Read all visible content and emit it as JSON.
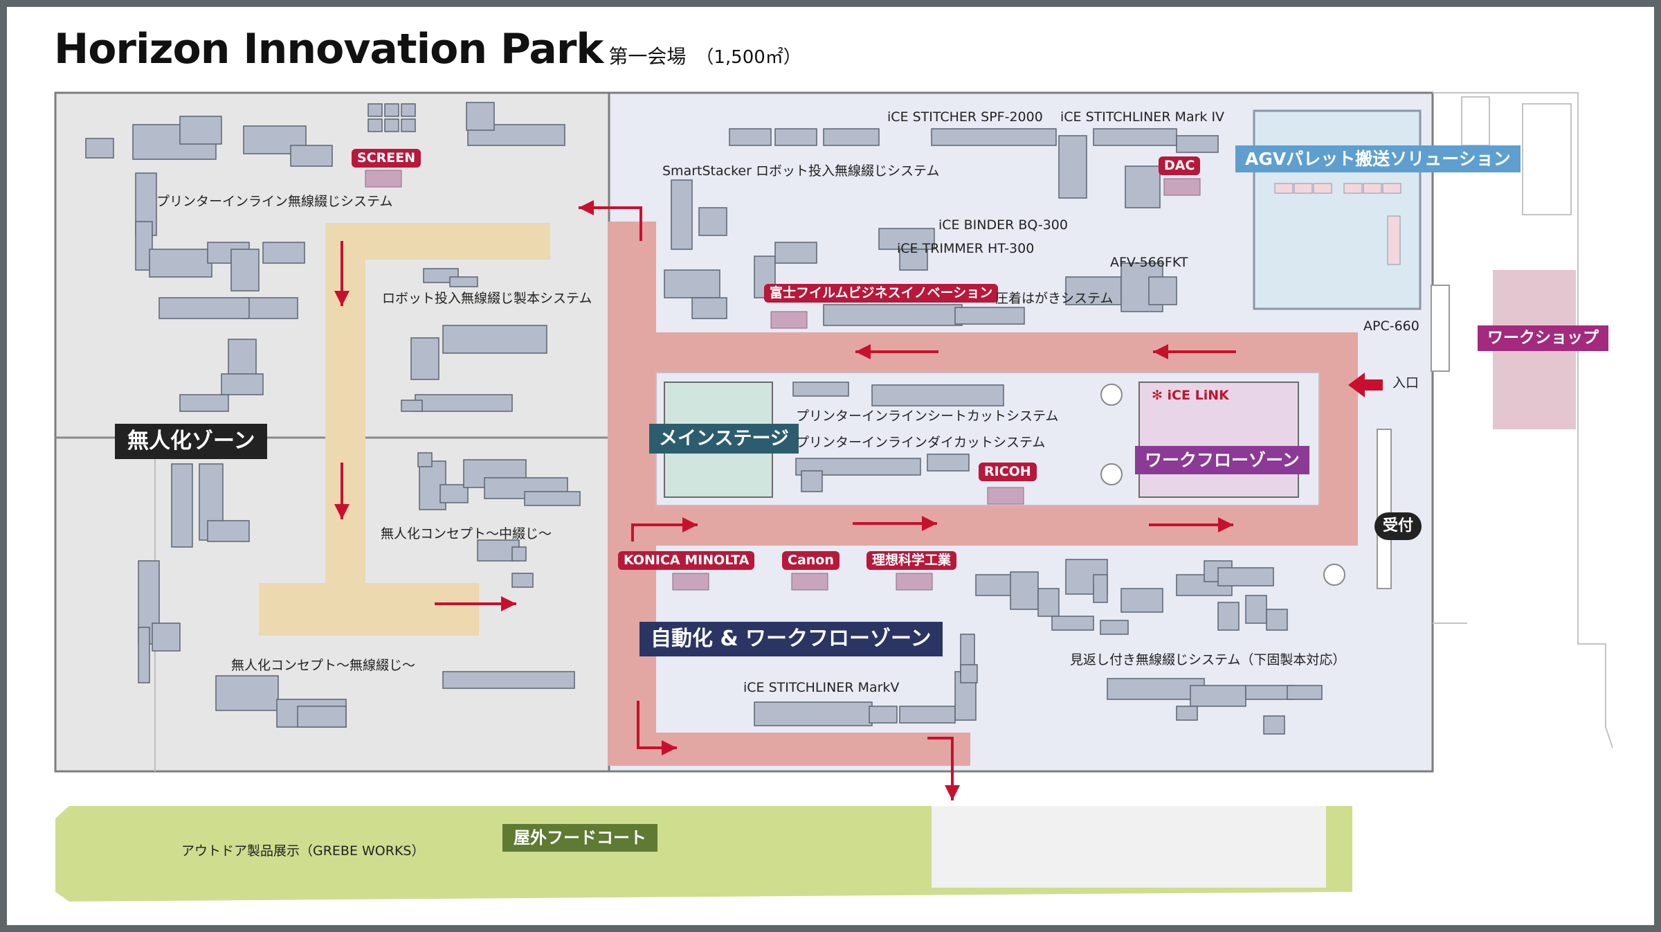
{
  "title": "Horizon Innovation Park",
  "subtitle": "第一会場",
  "area_label": "（1,500㎡）",
  "zones": {
    "unmanned": "無人化ゾーン",
    "main_stage": "メインステージ",
    "workflow": "ワークフローゾーン",
    "automation": "自動化 & ワークフローゾーン",
    "agv": "AGVパレット搬送ソリューション",
    "workshop": "ワークショップ",
    "food_court": "屋外フードコート",
    "reception": "受付",
    "entrance": "入口"
  },
  "exhibitors": {
    "screen": "SCREEN",
    "dac": "DAC",
    "fujifilm": "富士フイルムビジネスイノベーション",
    "ricoh": "RICOH",
    "konica": "KONICA MINOLTA",
    "canon": "Canon",
    "riso": "理想科学工業",
    "icelink": "iCE LiNK"
  },
  "machines": {
    "printer_inline_binding": "プリンターインライン無線綴じシステム",
    "robot_binding_system": "ロボット投入無線綴じ製本システム",
    "unmanned_saddle": "無人化コンセプト～中綴じ～",
    "unmanned_perfect": "無人化コンセプト～無線綴じ～",
    "stitcher_spf": "iCE STITCHER SPF-2000",
    "stitchliner_iv": "iCE STITCHLINER Mark IV",
    "smartstacker": "SmartStacker ロボット投入無線綴じシステム",
    "binder_bq": "iCE BINDER BQ-300",
    "trimmer_ht": "iCE TRIMMER HT-300",
    "afv": "AFV-566FKT",
    "postcard": "圧着はがきシステム",
    "apc": "APC-660",
    "sheet_cut": "プリンターインラインシートカットシステム",
    "die_cut": "プリンターインラインダイカットシステム",
    "stitchliner_v": "iCE STITCHLINER MarkV",
    "endpaper": "見返し付き無線綴じシステム（下固製本対応）",
    "outdoor": "アウトドア製品展示（GREBE WORKS）"
  },
  "colors": {
    "frame": "#5f6669",
    "hall_left": "#e6e6e6",
    "hall_right": "#e8eaf4",
    "aisle": "#e3a7a3",
    "tan_path": "#ecd9b0",
    "arrow": "#c8102e",
    "food_court": "#cfdd8f",
    "machine": "#b4bccb"
  }
}
